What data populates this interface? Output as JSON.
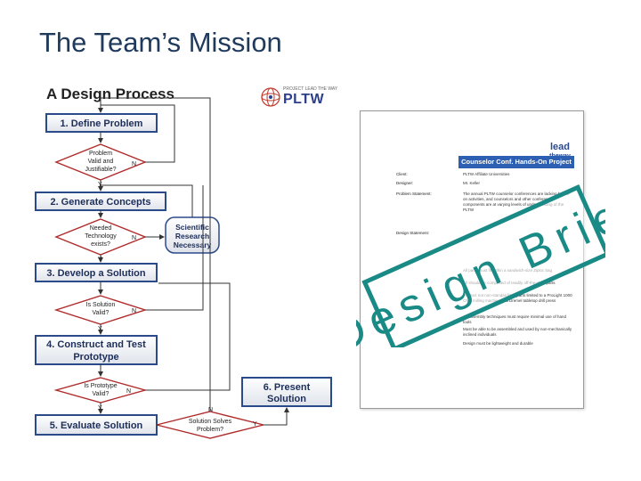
{
  "slide": {
    "title": "The Team’s Mission"
  },
  "flowchart": {
    "title": "A Design Process",
    "logo": {
      "name": "PLTW",
      "tagline": "PROJECT LEAD THE WAY"
    },
    "steps": {
      "s1": "1. Define Problem",
      "s2": "2. Generate Concepts",
      "s3": "3. Develop a Solution",
      "s4a": "4. Construct and Test",
      "s4b": "Prototype",
      "s5": "5. Evaluate Solution",
      "s6a": "6. Present",
      "s6b": "Solution",
      "research_a": "Scientific",
      "research_b": "Research",
      "research_c": "Necessary"
    },
    "decisions": {
      "d1a": "Problem",
      "d1b": "Valid and",
      "d1c": "Justifiable?",
      "d2a": "Needed",
      "d2b": "Technology",
      "d2c": "exists?",
      "d3a": "Is Solution",
      "d3b": "Valid?",
      "d4a": "Is Prototype",
      "d4b": "Valid?",
      "d5a": "Solution Solves",
      "d5b": "Problem?"
    },
    "yes": "Y",
    "no": "N"
  },
  "document": {
    "header": "Counselor Conf. Hands-On Project",
    "logo_top": "lead",
    "logo_bottom": "theway",
    "rows": [
      {
        "label": "Client:",
        "value": "PLTW Affiliate Universities"
      },
      {
        "label": "Designer:",
        "value": "Mr. Keller"
      },
      {
        "label": "Problem Statement:",
        "value": "The annual PLTW counselor conferences are lacking hands-on activities, and counselors and other conference components are at varying levels of understanding of the PLTW"
      },
      {
        "label": "Design Statement:",
        "value": ""
      }
    ],
    "constraints": [
      "All parts must fit within a sandwich-size Ziploc bag",
      "All should be comprised of readily off-the-shelf parts",
      "Product not non-standardized parts limited to a ProLight 1000 CNC milling machine and Dremel tabletop drill press",
      "All assembly techniques must require minimal use of hand tools",
      "Must be able to be assembled and used by non-mechanically inclined individuals",
      "Design must be lightweight and durable"
    ],
    "stamp_text": "Design Brief",
    "stamp_color": "#1a8a86"
  }
}
